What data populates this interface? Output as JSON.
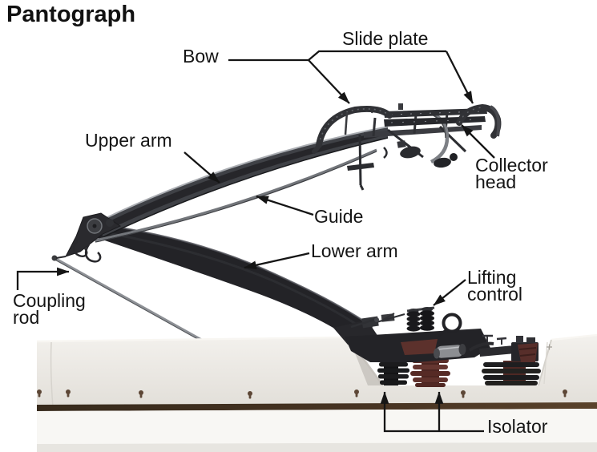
{
  "title": "Pantograph",
  "labels": {
    "bow": "Bow",
    "slide_plate": "Slide plate",
    "upper_arm": "Upper arm",
    "guide": "Guide",
    "lower_arm": "Lower arm",
    "coupling_rod": "Coupling rod",
    "collector_head": "Collector head",
    "lifting_control": "Lifting control",
    "isolator": "Isolator"
  },
  "palette": {
    "background": "#ffffff",
    "label_text": "#151515",
    "leader_line": "#151515",
    "metal_near_black": "#232327",
    "metal_dark_gray": "#3f4146",
    "metal_mid_gray": "#73767b",
    "metal_light_gray": "#8e9196",
    "roof_light": "#efede9",
    "roof_shade": "#c9c5bf",
    "roof_stripe_brown": "#42321f",
    "isolator_maroon": "#5c2f2a",
    "isolator_black": "#1c1c1e"
  }
}
